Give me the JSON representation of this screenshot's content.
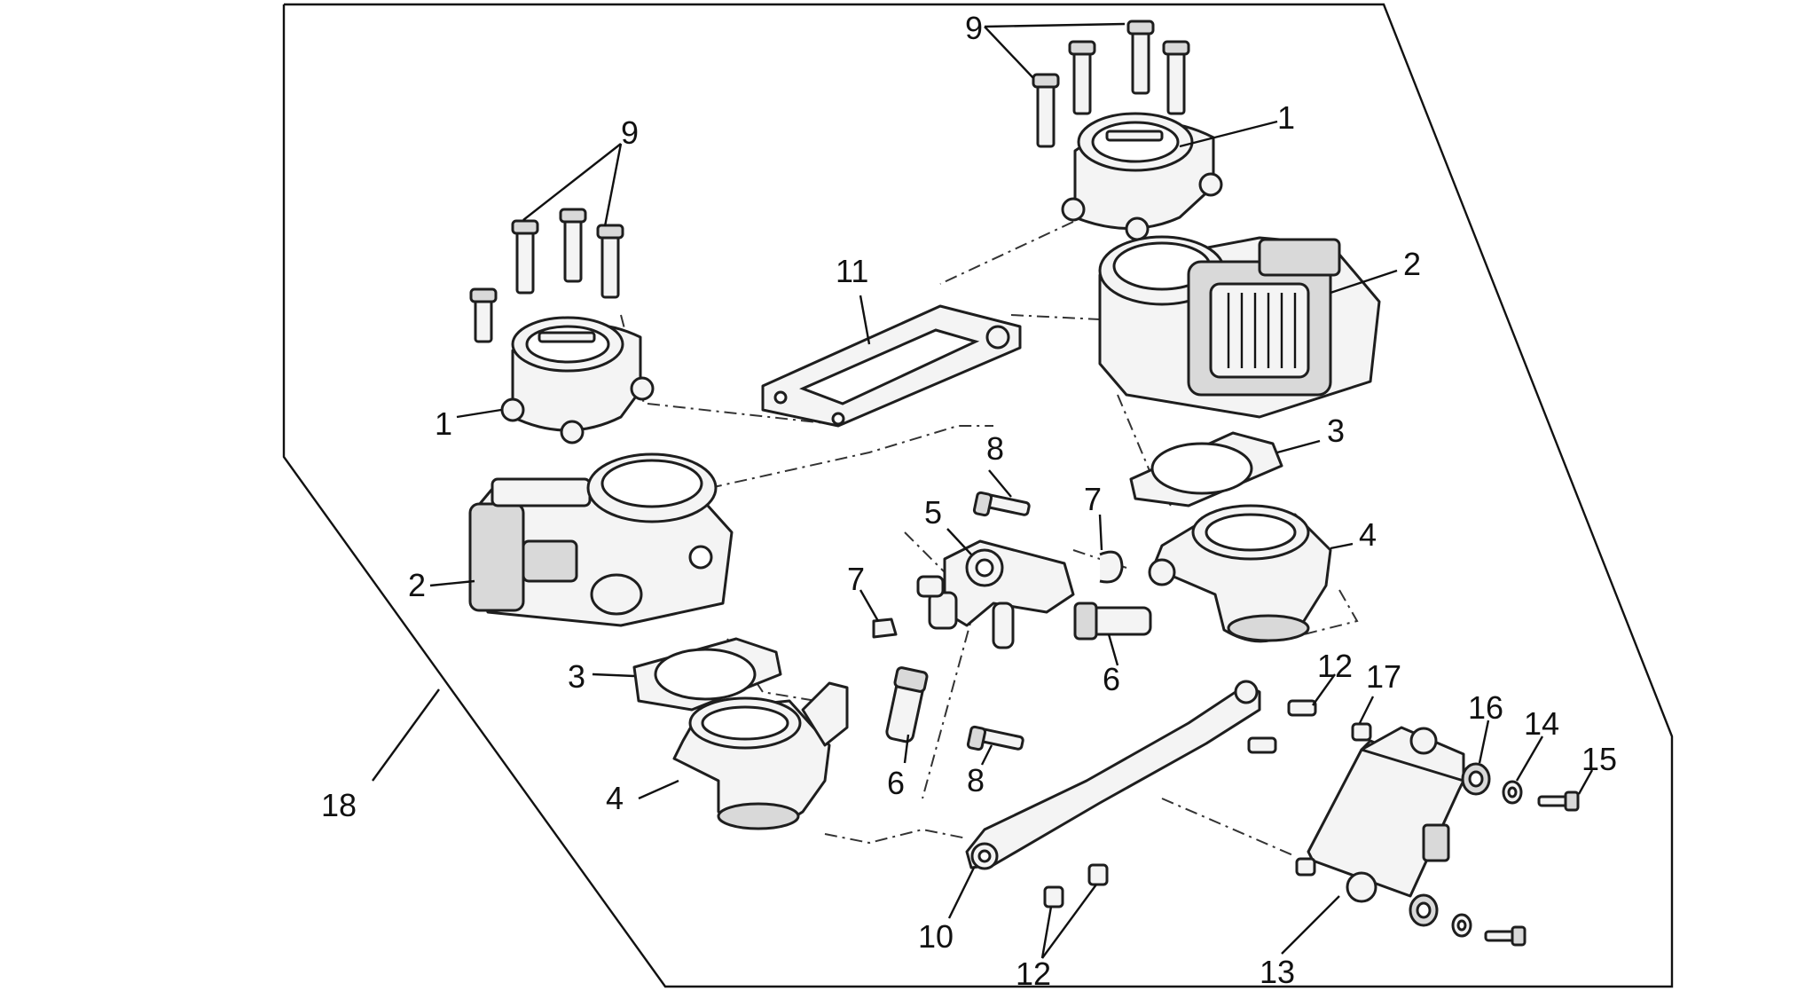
{
  "diagram": {
    "callouts": [
      "1",
      "2",
      "3",
      "4",
      "5",
      "6",
      "7",
      "8",
      "9",
      "10",
      "11",
      "12",
      "13",
      "14",
      "15",
      "16",
      "17",
      "18"
    ],
    "colors": {
      "line": "#1e1e1e",
      "part_fill": "#f4f4f4",
      "background": "#ffffff"
    }
  }
}
